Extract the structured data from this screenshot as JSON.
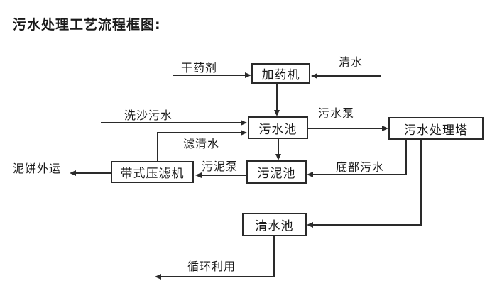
{
  "title": "污水处理工艺流程框图:",
  "diagram": {
    "nodes": {
      "dosing_machine": {
        "label": "加药机"
      },
      "sewage_pool": {
        "label": "污水池"
      },
      "treatment_tower": {
        "label": "污水处理塔"
      },
      "sludge_pool": {
        "label": "污泥池"
      },
      "belt_filter_press": {
        "label": "带式压滤机"
      },
      "clean_water_pool": {
        "label": "清水池"
      }
    },
    "flow_labels": {
      "dry_agent": "干药剂",
      "clean_water_in": "清水",
      "sand_washing_sewage": "洗沙污水",
      "sewage_pump": "污水泵",
      "filtered_water": "滤清水",
      "sludge_pump": "污泥泵",
      "bottom_sewage": "底部污水",
      "mud_cake_out": "泥饼外运",
      "recycling": "循环利用"
    },
    "colors": {
      "background": "#ffffff",
      "line": "#2a2a2a",
      "box_border": "#2a2a2a",
      "text": "#1a1a1a"
    }
  }
}
